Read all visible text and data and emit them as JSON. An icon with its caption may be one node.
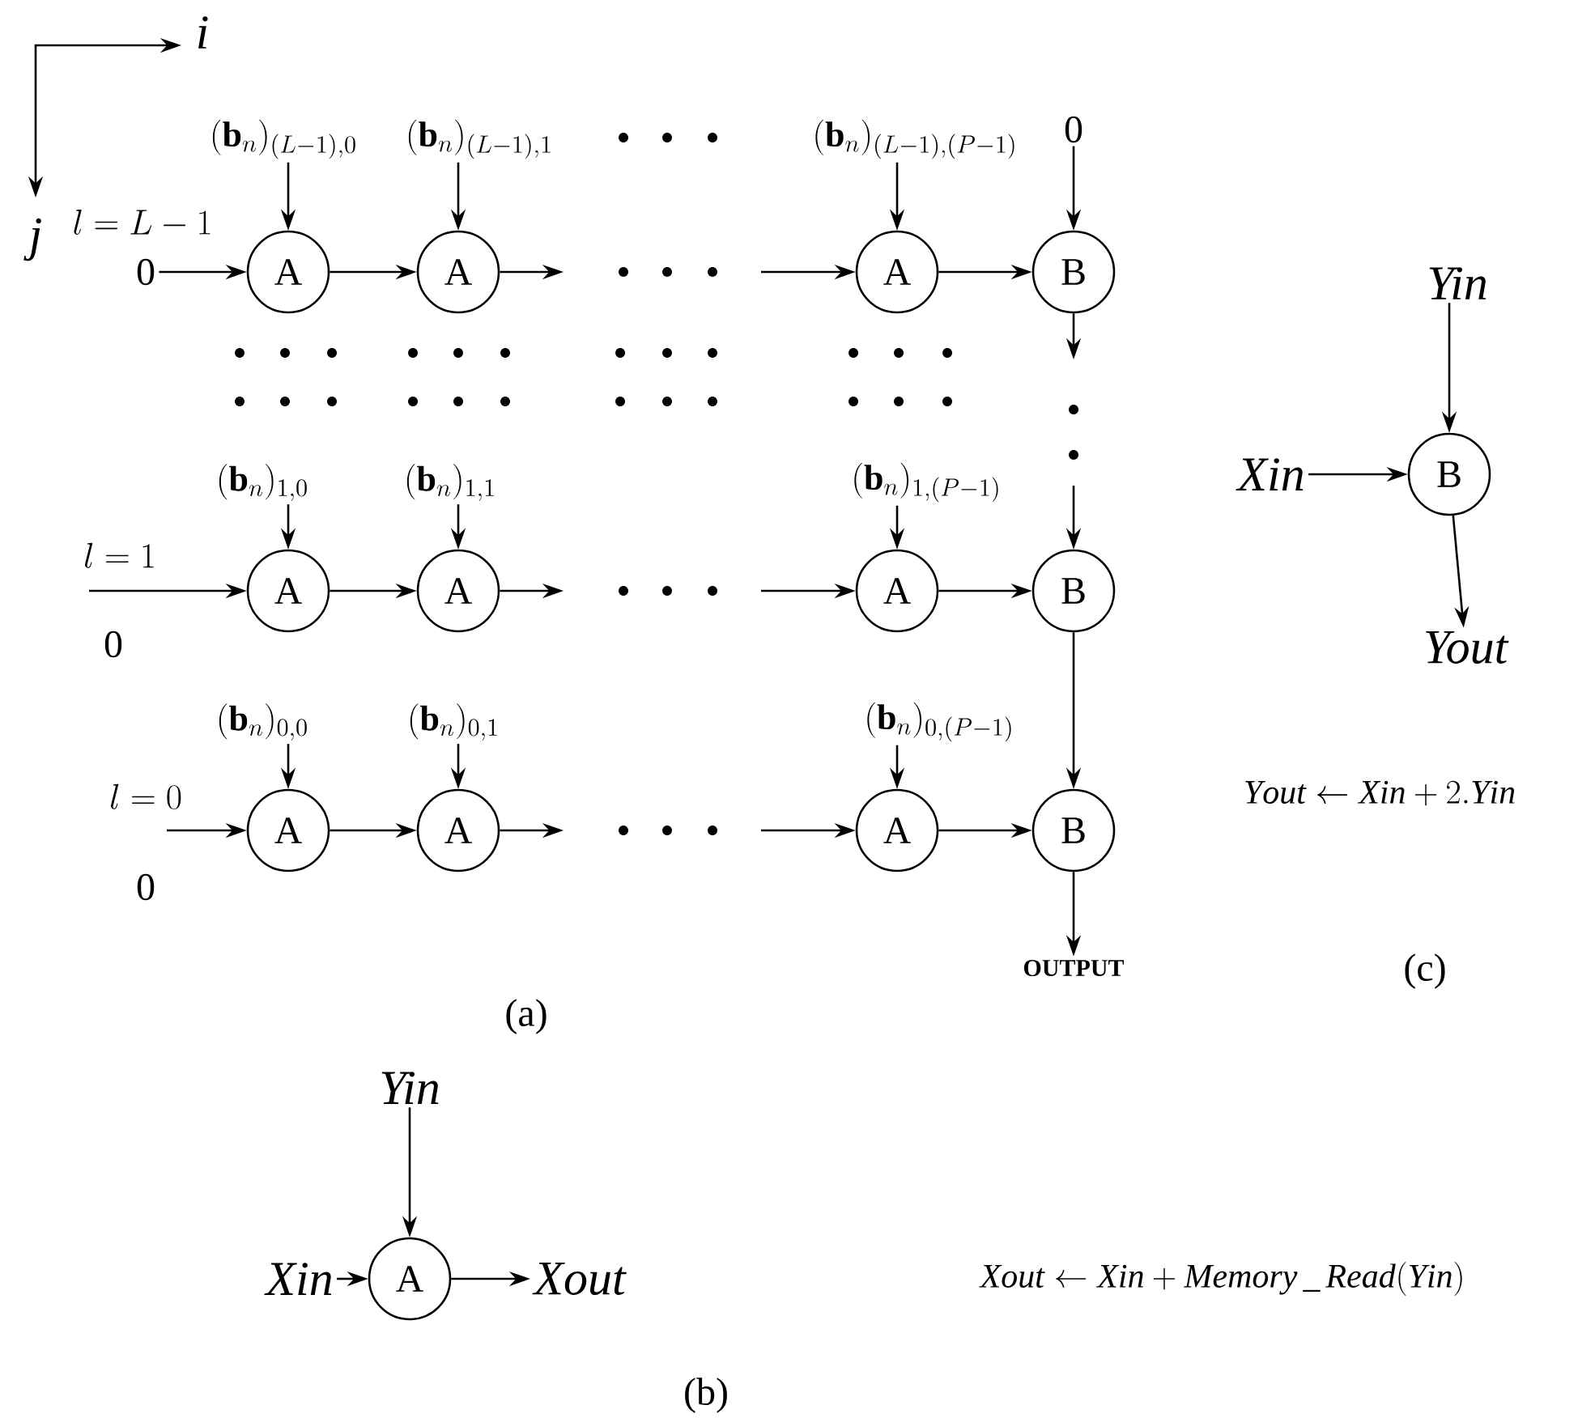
{
  "diagram": {
    "nodes": [
      {
        "text": [
          "(\\mathbf{b}_n)_{(L-1),0}"
        ]
      },
      {
        "text": [
          "(\\mathbf{b}_n)_{(L-1),1}"
        ]
      },
      {
        "text": [
          "(\\mathbf{b}_n)_{(L-1),(P-1)}"
        ]
      },
      {
        "text": [
          "0"
        ]
      },
      {
        "text": [
          "0"
        ]
      },
      {
        "text": [
          "A"
        ]
      },
      {
        "text": [
          "A"
        ]
      },
      {
        "text": [
          "A"
        ]
      },
      {
        "text": [
          "B"
        ]
      },
      {
        "text": [
          "(\\mathbf{b}_n)_{1,0}"
        ]
      },
      {
        "text": [
          "(\\mathbf{b}_n)_{1,1}"
        ]
      },
      {
        "text": [
          "(\\mathbf{b}_n)_{1,(P-1)}"
        ]
      },
      {
        "text": [
          "A"
        ]
      },
      {
        "text": [
          "A"
        ]
      },
      {
        "text": [
          "A"
        ]
      },
      {
        "text": [
          "B"
        ]
      },
      {
        "text": [
          "(\\mathbf{b}_n)_{0,0}"
        ]
      },
      {
        "text": [
          "(\\mathbf{b}_n)_{0,1}"
        ]
      },
      {
        "text": [
          "(\\mathbf{b}_n)_{0,(P-1)}"
        ]
      },
      {
        "text": [
          "A"
        ]
      },
      {
        "text": [
          "A"
        ]
      },
      {
        "text": [
          "A"
        ]
      },
      {
        "text": [
          "B"
        ]
      },
      {
        "text": [
          "OUTPUT"
        ]
      },
      {
        "text": [
          "Yin"
        ]
      },
      {
        "text": [
          "Xin"
        ]
      },
      {
        "text": [
          "B"
        ]
      },
      {
        "text": [
          "Yout"
        ]
      },
      {
        "text": [
          "Yin"
        ]
      },
      {
        "text": [
          "Xin"
        ]
      },
      {
        "text": [
          "A"
        ]
      },
      {
        "text": [
          "Xout"
        ]
      }
    ],
    "edges": [
      {
        "from": 0,
        "to": 5,
        "arrow": "to"
      },
      {
        "from": 1,
        "to": 6,
        "arrow": "to"
      },
      {
        "from": 2,
        "to": 7,
        "arrow": "to"
      },
      {
        "from": 3,
        "to": 8,
        "arrow": "to"
      },
      {
        "from": 4,
        "to": 5,
        "arrow": "to"
      },
      {
        "from": 5,
        "to": 6,
        "arrow": "to"
      },
      {
        "from": 6,
        "to": null,
        "arrow": "to"
      },
      {
        "from": null,
        "to": 7,
        "arrow": "to"
      },
      {
        "from": 7,
        "to": 8,
        "arrow": "to"
      },
      {
        "from": 8,
        "to": null,
        "arrow": "to"
      },
      {
        "from": null,
        "to": 15,
        "arrow": "to"
      },
      {
        "from": 9,
        "to": 12,
        "arrow": "to"
      },
      {
        "from": 10,
        "to": 13,
        "arrow": "to"
      },
      {
        "from": 11,
        "to": 14,
        "arrow": "to"
      },
      {
        "from": null,
        "to": 12,
        "arrow": "to"
      },
      {
        "from": 12,
        "to": 13,
        "arrow": "to"
      },
      {
        "from": 13,
        "to": null,
        "arrow": "to"
      },
      {
        "from": null,
        "to": 14,
        "arrow": "to"
      },
      {
        "from": 14,
        "to": 15,
        "arrow": "to"
      },
      {
        "from": 15,
        "to": 22,
        "arrow": "to"
      },
      {
        "from": 16,
        "to": 19,
        "arrow": "to"
      },
      {
        "from": 17,
        "to": 20,
        "arrow": "to"
      },
      {
        "from": 18,
        "to": 21,
        "arrow": "to"
      },
      {
        "from": null,
        "to": 19,
        "arrow": "to"
      },
      {
        "from": 19,
        "to": 20,
        "arrow": "to"
      },
      {
        "from": 20,
        "to": null,
        "arrow": "to"
      },
      {
        "from": null,
        "to": 21,
        "arrow": "to"
      },
      {
        "from": 21,
        "to": 22,
        "arrow": "to"
      },
      {
        "from": 22,
        "to": 23,
        "arrow": "to"
      },
      {
        "from": 24,
        "to": 26,
        "arrow": "to"
      },
      {
        "from": 25,
        "to": 26,
        "arrow": "to"
      },
      {
        "from": 26,
        "to": 27,
        "arrow": "to"
      },
      {
        "from": 28,
        "to": 30,
        "arrow": "to"
      },
      {
        "from": 29,
        "to": 30,
        "arrow": "to"
      },
      {
        "from": 30,
        "to": 31,
        "arrow": "to"
      }
    ],
    "labels": [
      "i",
      "j",
      "l=L-1",
      "l=1",
      "0",
      "l=0",
      "0",
      "\\mathit{Yout} \\leftarrow \\mathit{Xin} + 2.\\mathit{Yin}",
      "(a)",
      "(c)",
      "\\mathit{Xout} \\leftarrow \\mathit{Xin} + \\mathit{Memory}\\,\\_\\,\\mathit{Read}(\\mathit{Yin})",
      "(b)"
    ]
  }
}
